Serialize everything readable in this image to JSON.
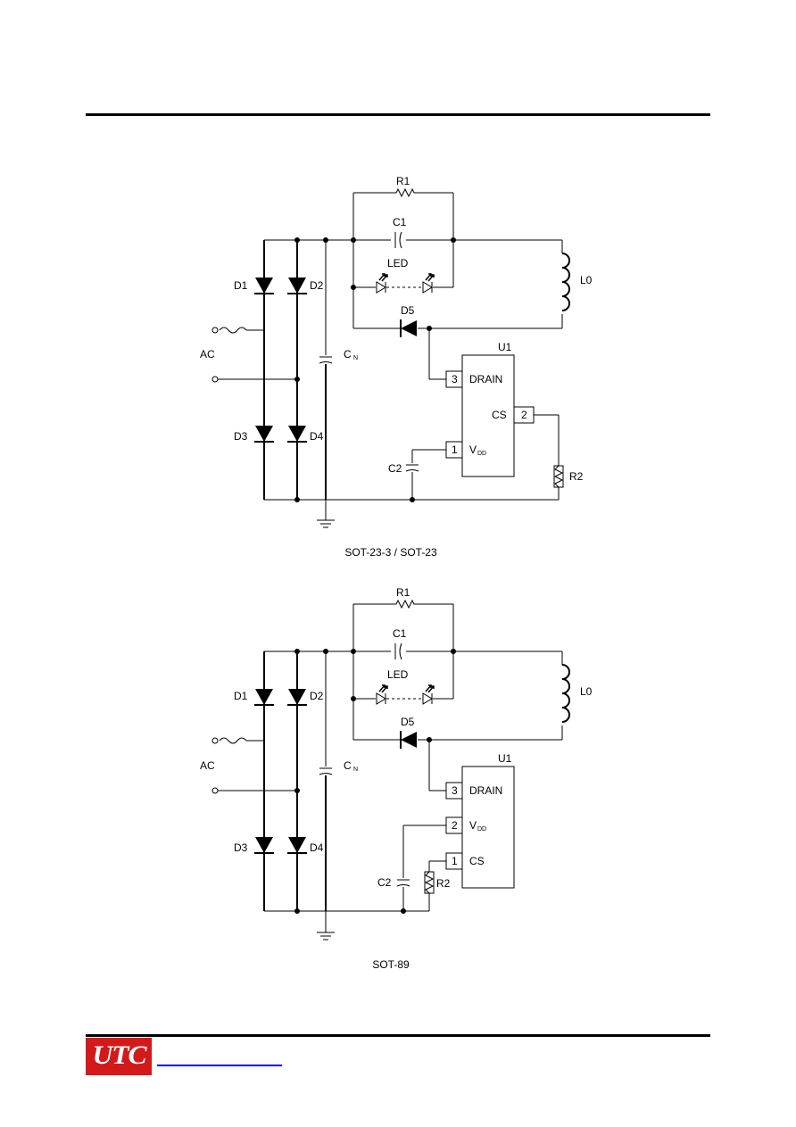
{
  "diagrams": [
    {
      "caption": "SOT-23-3 / SOT-23",
      "labels": {
        "r1": "R1",
        "c1": "C1",
        "led": "LED",
        "l0": "L0",
        "d1": "D1",
        "d2": "D2",
        "d3": "D3",
        "d4": "D4",
        "d5": "D5",
        "ac": "AC",
        "cn": "C",
        "cn_sub": "N",
        "u1": "U1",
        "drain": "DRAIN",
        "cs": "CS",
        "vdd": "V",
        "vdd_sub": "DD",
        "c2": "C2",
        "r2": "R2",
        "pin_drain": "3",
        "pin_cs": "2",
        "pin_vdd": "1"
      }
    },
    {
      "caption": "SOT-89",
      "labels": {
        "r1": "R1",
        "c1": "C1",
        "led": "LED",
        "l0": "L0",
        "d1": "D1",
        "d2": "D2",
        "d3": "D3",
        "d4": "D4",
        "d5": "D5",
        "ac": "AC",
        "cn": "C",
        "cn_sub": "N",
        "u1": "U1",
        "drain": "DRAIN",
        "vdd": "V",
        "vdd_sub": "DD",
        "cs": "CS",
        "c2": "C2",
        "r2": "R2",
        "pin_drain": "3",
        "pin_vdd": "2",
        "pin_cs": "1"
      }
    }
  ],
  "footer": {
    "logo_text": "UTC"
  }
}
